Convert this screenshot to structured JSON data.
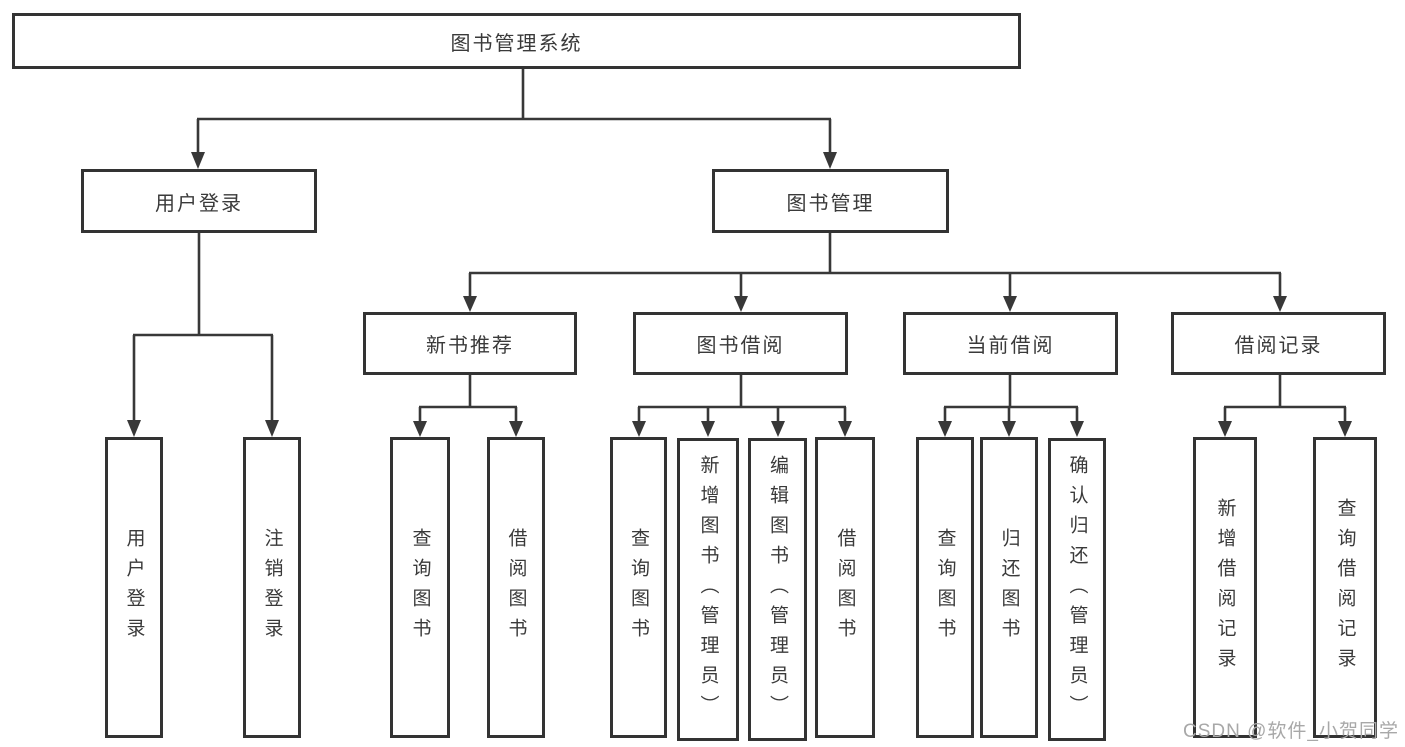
{
  "diagram": {
    "root": {
      "label": "图书管理系统"
    },
    "level1": [
      {
        "label": "用户登录"
      },
      {
        "label": "图书管理"
      }
    ],
    "login_children": [
      {
        "label": "用户登录"
      },
      {
        "label": "注销登录"
      }
    ],
    "level2": [
      {
        "label": "新书推荐"
      },
      {
        "label": "图书借阅"
      },
      {
        "label": "当前借阅"
      },
      {
        "label": "借阅记录"
      }
    ],
    "new_book_children": [
      {
        "label": "查询图书"
      },
      {
        "label": "借阅图书"
      }
    ],
    "borrow_children": [
      {
        "label": "查询图书"
      },
      {
        "label": "新增图书（管理员）"
      },
      {
        "label": "编辑图书（管理员）"
      },
      {
        "label": "借阅图书"
      }
    ],
    "current_children": [
      {
        "label": "查询图书"
      },
      {
        "label": "归还图书"
      },
      {
        "label": "确认归还（管理员）"
      }
    ],
    "record_children": [
      {
        "label": "新增借阅记录"
      },
      {
        "label": "查询借阅记录"
      }
    ]
  },
  "watermark": {
    "text": "CSDN @软件_小贺同学"
  },
  "colors": {
    "line": "#383838",
    "box_border": "#333333",
    "text": "#3a3a3a",
    "watermark": "#a8a8a8",
    "background": "#ffffff"
  }
}
